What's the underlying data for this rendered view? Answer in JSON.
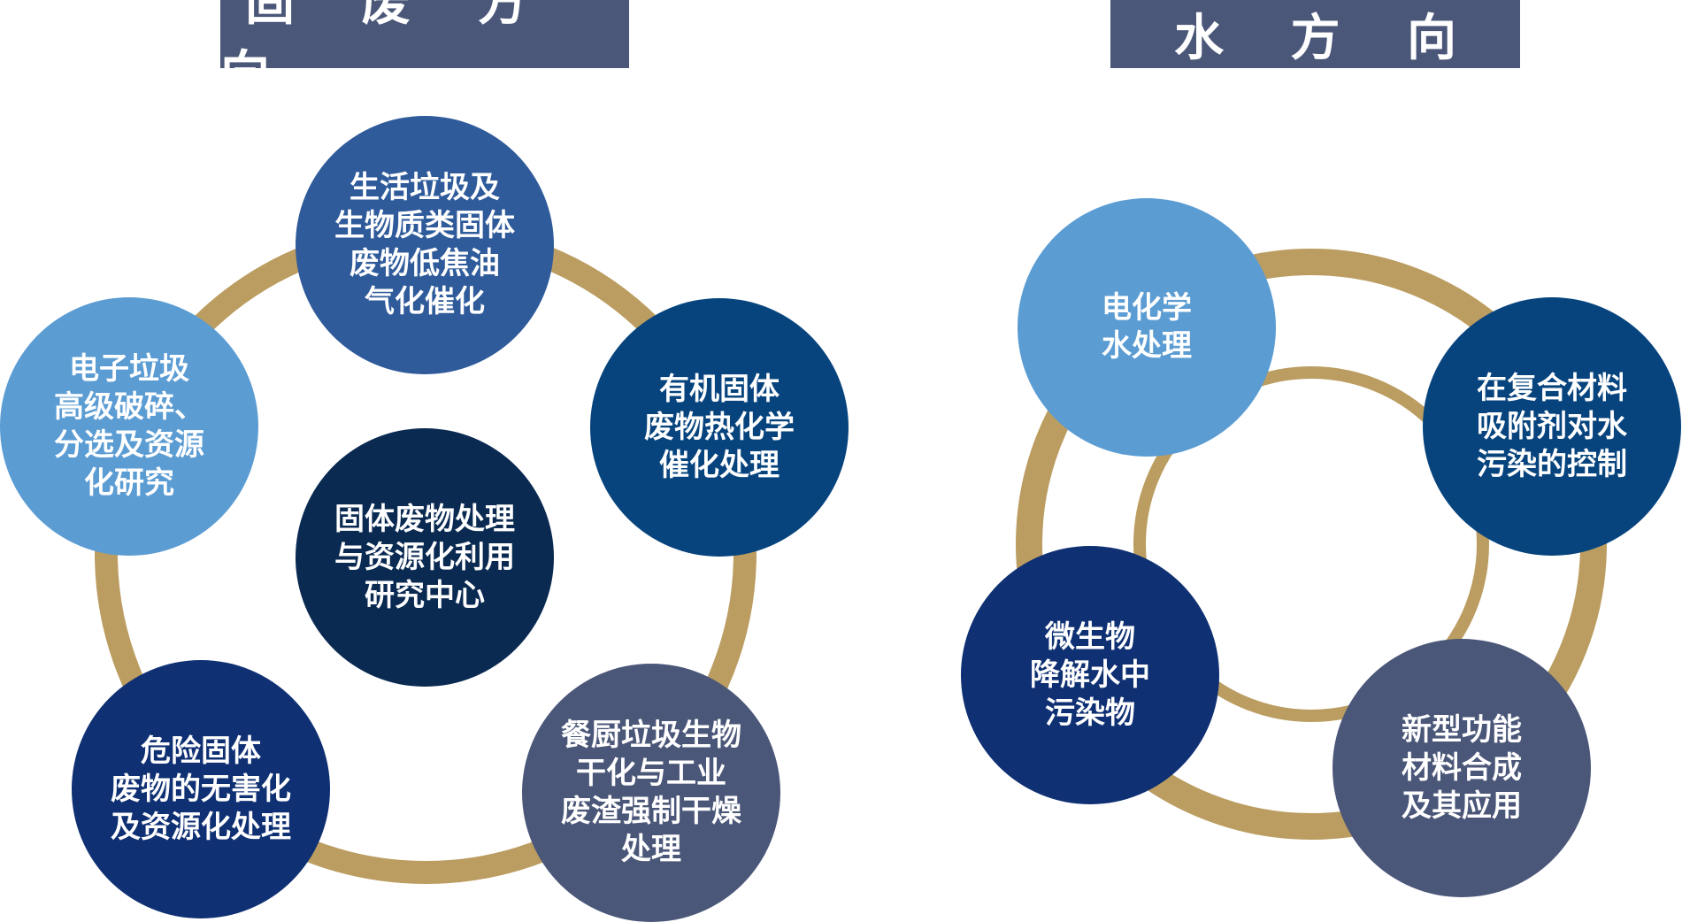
{
  "left_panel": {
    "title": "固 废 方 向",
    "center": "固体废物处理\n与资源化利用\n研究中心",
    "nodes": [
      {
        "label": "生活垃圾及\n生物质类固体\n废物低焦油\n气化催化",
        "color": "#2f5b9b"
      },
      {
        "label": "有机固体\n废物热化学\n催化处理",
        "color": "#07447e"
      },
      {
        "label": "餐厨垃圾生物\n干化与工业\n废渣强制干燥\n处理",
        "color": "#4b5779"
      },
      {
        "label": "危险固体\n废物的无害化\n及资源化处理",
        "color": "#0f3073"
      },
      {
        "label": "电子垃圾\n高级破碎、\n分选及资源\n化研究",
        "color": "#5b9cd3"
      }
    ]
  },
  "right_panel": {
    "title": "水 方 向",
    "nodes": [
      {
        "label": "电化学\n水处理",
        "color": "#5b9cd3"
      },
      {
        "label": "在复合材料\n吸附剂对水\n污染的控制",
        "color": "#07447e"
      },
      {
        "label": "新型功能\n材料合成\n及其应用",
        "color": "#4b5779"
      },
      {
        "label": "微生物\n降解水中\n污染物",
        "color": "#0f3073"
      }
    ]
  },
  "colors": {
    "ring_gold": "#bb9d61",
    "header_bg": "#4b5779",
    "center_bg": "#0a2a52"
  }
}
